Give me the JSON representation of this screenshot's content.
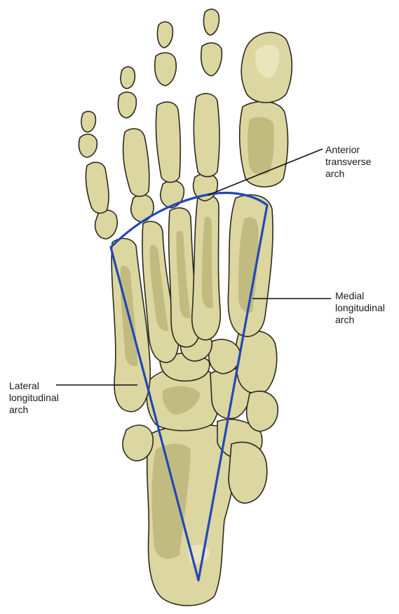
{
  "labels": {
    "anterior_transverse_arch": [
      "Anterior",
      "transverse",
      "arch"
    ],
    "medial_longitudinal_arch": [
      "Medial",
      "longitudinal",
      "arch"
    ],
    "lateral_longitudinal_arch": [
      "Lateral",
      "longitudinal",
      "arch"
    ]
  },
  "colors": {
    "bone_fill": "#dcd6a0",
    "bone_shadow": "#b9b276",
    "bone_highlight": "#ece8c4",
    "bone_outline": "#2b2a1f",
    "arch_line": "#2347b8",
    "leader_line": "#111111"
  }
}
